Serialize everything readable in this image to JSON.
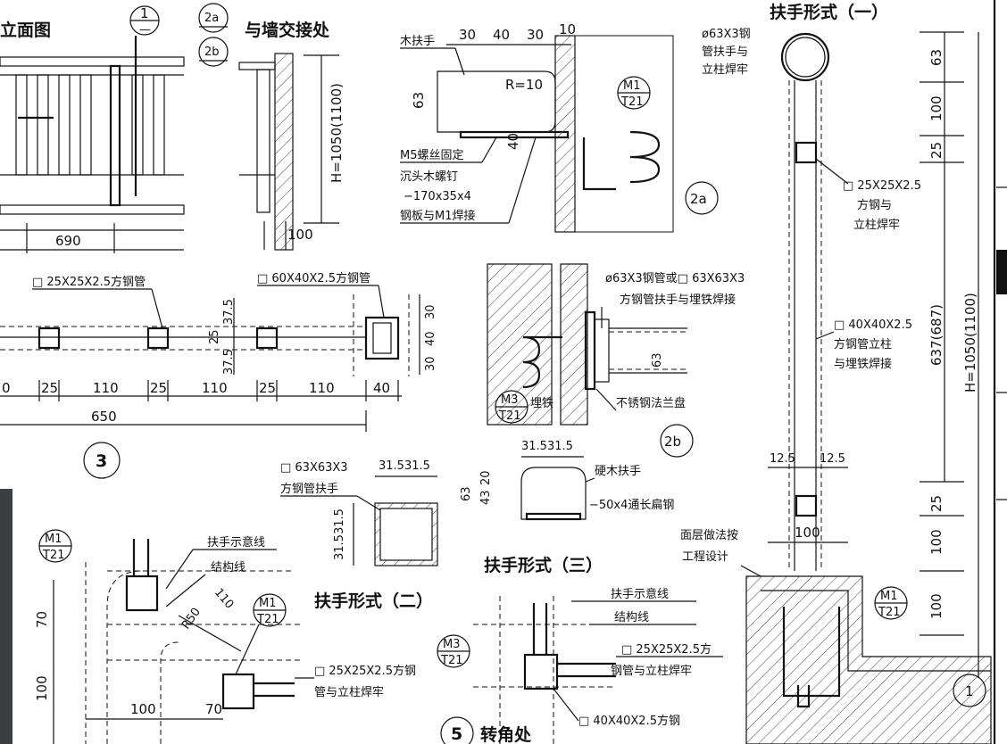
{
  "titles": {
    "elevation": "立面图",
    "wall_joint": "与墙交接处",
    "form1": "扶手形式（一）",
    "form2": "扶手形式（二）",
    "form3": "扶手形式（三）",
    "corner": "转角处"
  },
  "callouts": {
    "c1_top": "1",
    "c1_bottom": "—",
    "c2a": "2a",
    "c2b": "2b",
    "m1_code": "M1",
    "t21_code": "T21",
    "m3_code": "M3",
    "detail_2a": "2a",
    "detail_2b": "2b",
    "detail_3": "3",
    "detail_5": "5",
    "detail_1": "1"
  },
  "labels_2a": {
    "wood_rail": "木扶手",
    "radius": "R=10",
    "bolt": "M5螺丝固定",
    "screw": "沉头木螺钉",
    "plate": "−170x35x4",
    "weld": "钢板与M1焊接"
  },
  "labels_2b": {
    "tube": "ø63X3钢管或□ 63X63X3",
    "tube2": "方钢管扶手与埋铁焊接",
    "embed": "埋铁",
    "flange": "不锈钢法兰盘"
  },
  "labels_3": {
    "small_tube": "□ 25X25X2.5方钢管",
    "big_tube": "□ 60X40X2.5方钢管"
  },
  "labels_form1": {
    "round": "ø63X3钢",
    "round2": "管扶手与",
    "round3": "立柱焊牢",
    "sq1": "□ 25X25X2.5",
    "sq1b": "方钢与",
    "sq1c": "立柱焊牢",
    "sq2": "□ 40X40X2.5",
    "sq2b": "方钢管立柱",
    "sq2c": "与埋铁焊接",
    "floor": "面层做法按",
    "floor2": "工程设计"
  },
  "labels_form2": {
    "tube": "□ 63X63X3",
    "tube2": "方钢管扶手"
  },
  "labels_form3": {
    "hardwood": "硬木扶手",
    "flat": "−50x4通长扁钢"
  },
  "labels_corner": {
    "rail_line": "扶手示意线",
    "struct_line": "结构线",
    "sq": "□ 25X25X2.5方钢",
    "sq2": "管与立柱焊牢",
    "r50": "R50"
  },
  "labels_form3_lower": {
    "rail_line": "扶手示意线",
    "struct_line": "结构线",
    "sq": "□ 25X25X2.5方",
    "sq2": "钢管与立柱焊牢",
    "sq3": "□ 40X40X2.5方钢"
  },
  "dims": {
    "d690": "690",
    "d100": "100",
    "h1050": "H=1050(1100)",
    "d30a": "30",
    "d40": "40",
    "d30b": "30",
    "d10": "10",
    "d63": "63",
    "d40v": "40",
    "d25a": "25",
    "d110a": "110",
    "d25b": "25",
    "d110b": "110",
    "d25c": "25",
    "d110c": "110",
    "d40b": "40",
    "d0": "0",
    "d650": "650",
    "d375a": "37.5",
    "d25v": "25",
    "d375b": "37.5",
    "d30v": "30",
    "d40vv": "40",
    "d30vb": "30",
    "d63b": "63",
    "d3153": "31.531.5",
    "d3153v": "31.531.5",
    "d63c": "63",
    "d43": "43",
    "d20": "20",
    "f63": "63",
    "f100": "100",
    "f25": "25",
    "f637": "637(687)",
    "fH": "H=1050(1100)",
    "f125a": "12.5",
    "f125b": "12.5",
    "f25b": "25",
    "f100b": "100",
    "f100c": "100",
    "f100d": "100",
    "c110": "110",
    "c70": "70",
    "c100": "100",
    "c100h": "100",
    "c70b": "70"
  },
  "colors": {
    "ink": "#111111",
    "paper": "#ffffff",
    "photo": "#3a3f44"
  }
}
